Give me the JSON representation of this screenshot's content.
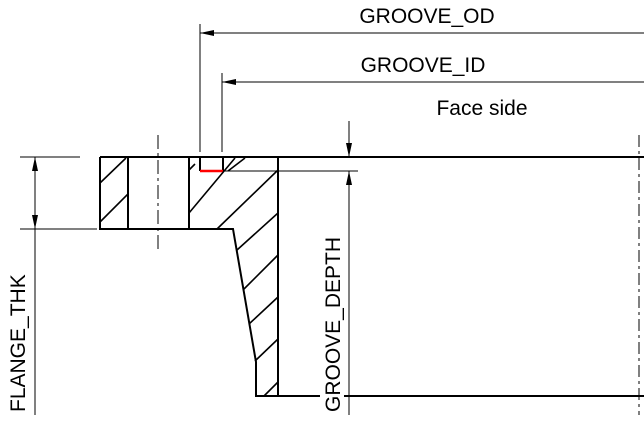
{
  "labels": {
    "groove_od": "GROOVE_OD",
    "groove_id": "GROOVE_ID",
    "face_side": "Face side",
    "groove_depth": "GROOVE_DEPTH",
    "flange_thk": "FLANGE_THK"
  },
  "colors": {
    "line": "#000000",
    "groove_highlight": "#ff0000"
  }
}
